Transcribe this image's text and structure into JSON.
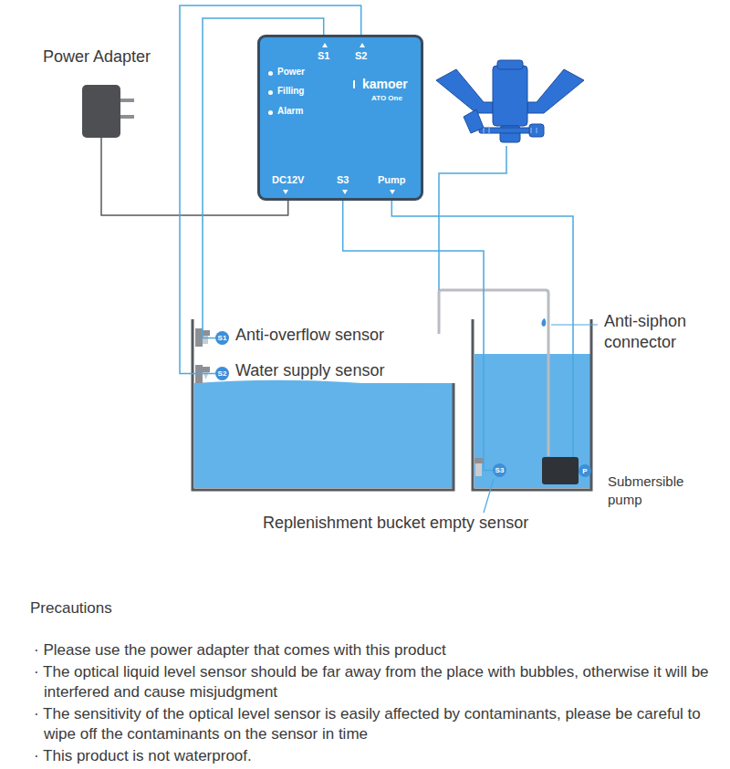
{
  "diagram": {
    "nodes": [
      {
        "text": [
          "S1",
          "S2",
          "Power",
          "Filling",
          "Alarm",
          "kamoer",
          "ATO One",
          "DC12V",
          "S3",
          "Pump"
        ]
      },
      {
        "text": [
          "Power Adapter"
        ]
      },
      {
        "text": [
          "S1",
          "Anti-overflow sensor"
        ]
      },
      {
        "text": [
          "S2",
          "Water supply sensor"
        ]
      },
      {
        "text": [
          "S3",
          "Replenishment bucket empty sensor"
        ]
      },
      {
        "text": [
          "P",
          "Submersible pump"
        ]
      }
    ],
    "edges": [
      {
        "from": 0,
        "to": 1,
        "arrow": "none"
      },
      {
        "from": 0,
        "to": 2,
        "arrow": "none"
      },
      {
        "from": 0,
        "to": 3,
        "arrow": "none"
      },
      {
        "from": 0,
        "to": 4,
        "arrow": "none"
      },
      {
        "from": 0,
        "to": 5,
        "arrow": "none"
      }
    ],
    "labels": [
      "Anti-siphon connector",
      "Precautions",
      "· Please use the power adapter that comes with this product",
      "· The optical liquid level sensor should be far away from the place with bubbles, otherwise it will be interfered and cause misjudgment",
      "· The sensitivity of the optical level sensor is easily affected by contaminants, please be careful to wipe off the contaminants on the sensor in time",
      "· This product is not waterproof."
    ]
  }
}
